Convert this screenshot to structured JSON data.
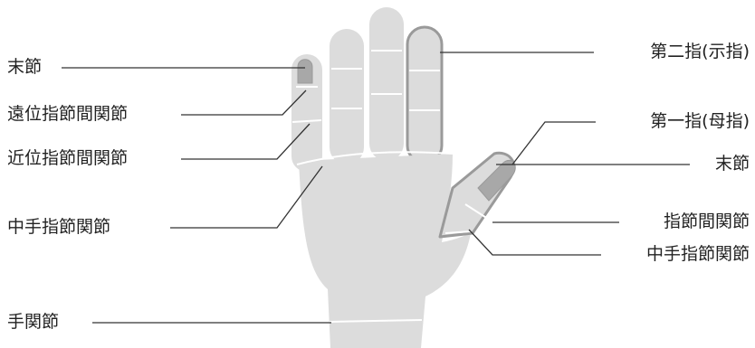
{
  "labels": {
    "left": {
      "distal_phalanx": "末節",
      "dip_joint": "遠位指節間関節",
      "pip_joint": "近位指節間関節",
      "mcp_joint": "中手指節関節",
      "wrist_joint": "手関節"
    },
    "right": {
      "index_finger": "第二指(示指)",
      "thumb": "第一指(母指)",
      "thumb_distal_phalanx": "末節",
      "interphalangeal_joint": "指節間関節",
      "thumb_mcp_joint": "中手指節関節"
    }
  },
  "colors": {
    "hand_fill": "#dcdcdc",
    "highlight_outline": "#9a9a9a",
    "nail_fill": "#a8a8a8",
    "joint_line": "#ffffff",
    "leader_line": "#333333"
  }
}
